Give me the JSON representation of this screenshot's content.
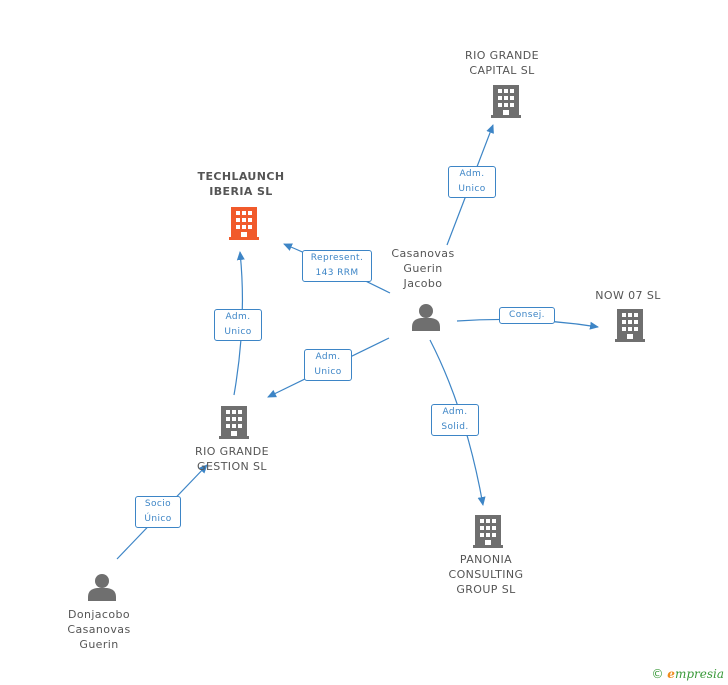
{
  "colors": {
    "edge": "#3d85c6",
    "company_icon": "#6f6f6f",
    "company_highlight": "#f15a2b",
    "person_icon": "#6f6f6f"
  },
  "nodes": {
    "techlaunch": {
      "label": "TECHLAUNCH\nIBERIA  SL",
      "icon": "building-icon",
      "highlight": true
    },
    "rio_capital": {
      "label": "RIO GRANDE\nCAPITAL  SL",
      "icon": "building-icon"
    },
    "casanovas": {
      "label": "Casanovas\nGuerin\nJacobo",
      "icon": "person-icon"
    },
    "now07": {
      "label": "NOW 07 SL",
      "icon": "building-icon"
    },
    "rio_gestion": {
      "label": "RIO GRANDE\nGESTION SL",
      "icon": "building-icon"
    },
    "panonia": {
      "label": "PANONIA\nCONSULTING\nGROUP  SL",
      "icon": "building-icon"
    },
    "donjacobo": {
      "label": "Donjacobo\nCasanovas\nGuerin",
      "icon": "person-icon"
    }
  },
  "edges": {
    "adm_rio_capital": "Adm.\nUnico",
    "represent": "Represent.\n143 RRM",
    "consej": "Consej.",
    "adm_techlaunch": "Adm.\nUnico",
    "adm_rio_gestion": "Adm.\nUnico",
    "adm_solid": "Adm.\nSolid.",
    "socio_unico": "Socio\nÚnico"
  },
  "footer": {
    "copyright": "©",
    "brand_e": "e",
    "brand_rest": "mpresia"
  }
}
